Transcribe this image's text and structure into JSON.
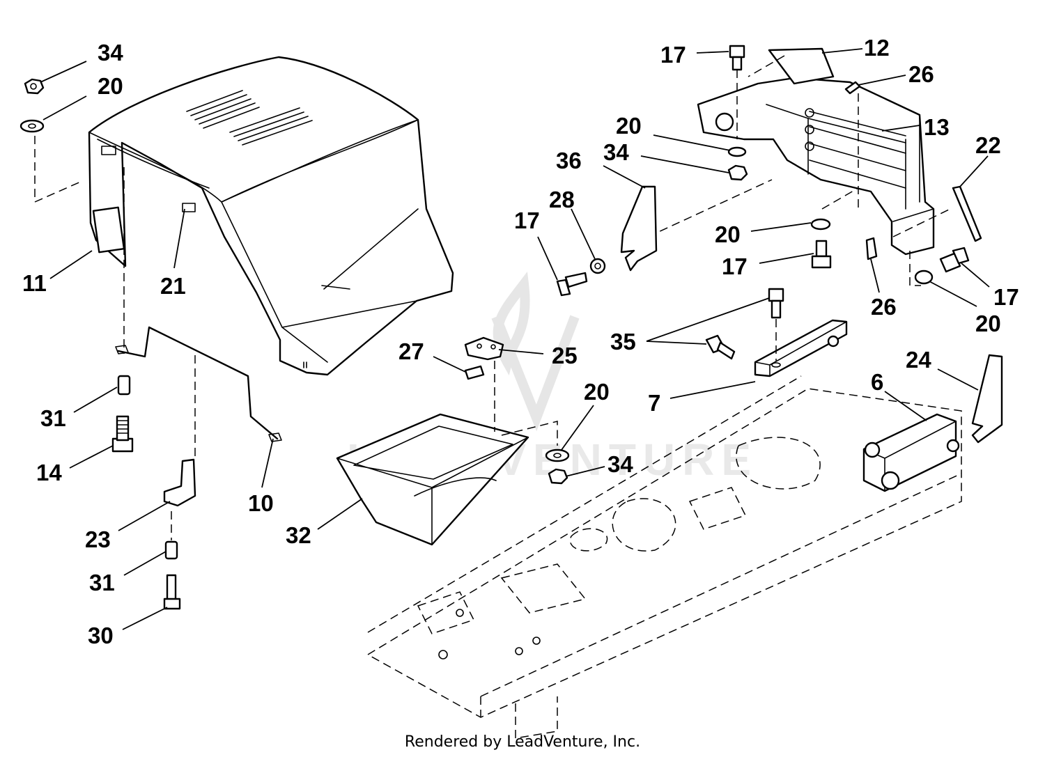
{
  "watermark": "LEADVENTURE",
  "footer": "Rendered by LeadVenture, Inc.",
  "callouts": [
    {
      "id": "c34a",
      "label": "34"
    },
    {
      "id": "c20a",
      "label": "20"
    },
    {
      "id": "c11",
      "label": "11"
    },
    {
      "id": "c21",
      "label": "21"
    },
    {
      "id": "c31a",
      "label": "31"
    },
    {
      "id": "c14",
      "label": "14"
    },
    {
      "id": "c10",
      "label": "10"
    },
    {
      "id": "c23",
      "label": "23"
    },
    {
      "id": "c31b",
      "label": "31"
    },
    {
      "id": "c30",
      "label": "30"
    },
    {
      "id": "c27",
      "label": "27"
    },
    {
      "id": "c25",
      "label": "25"
    },
    {
      "id": "c20b",
      "label": "20"
    },
    {
      "id": "c34b",
      "label": "34"
    },
    {
      "id": "c32",
      "label": "32"
    },
    {
      "id": "c17a",
      "label": "17"
    },
    {
      "id": "c12",
      "label": "12"
    },
    {
      "id": "c26a",
      "label": "26"
    },
    {
      "id": "c13",
      "label": "13"
    },
    {
      "id": "c22",
      "label": "22"
    },
    {
      "id": "c20c",
      "label": "20"
    },
    {
      "id": "c34c",
      "label": "34"
    },
    {
      "id": "c36",
      "label": "36"
    },
    {
      "id": "c28",
      "label": "28"
    },
    {
      "id": "c17b",
      "label": "17"
    },
    {
      "id": "c20d",
      "label": "20"
    },
    {
      "id": "c17c",
      "label": "17"
    },
    {
      "id": "c26b",
      "label": "26"
    },
    {
      "id": "c17d",
      "label": "17"
    },
    {
      "id": "c20e",
      "label": "20"
    },
    {
      "id": "c35",
      "label": "35"
    },
    {
      "id": "c7",
      "label": "7"
    },
    {
      "id": "c6",
      "label": "6"
    },
    {
      "id": "c24",
      "label": "24"
    }
  ]
}
